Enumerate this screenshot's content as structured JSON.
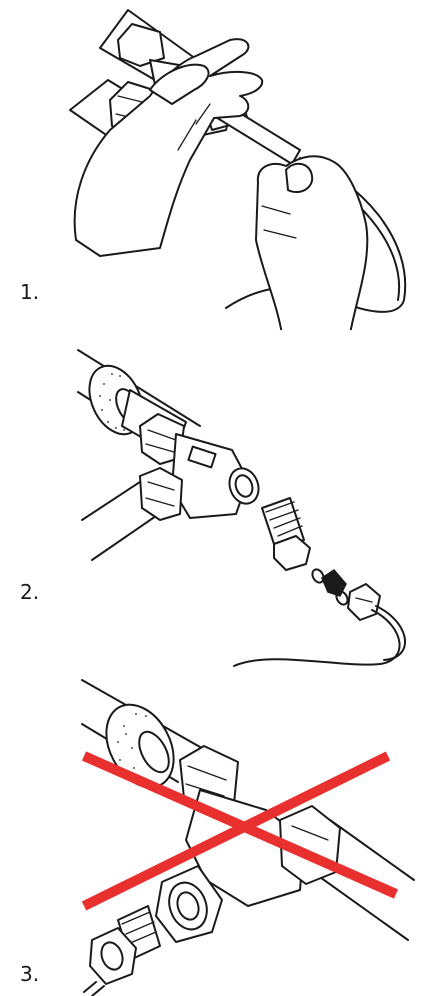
{
  "steps": [
    {
      "label": "1.",
      "kind": "insert-sensor"
    },
    {
      "label": "2.",
      "kind": "mount-fitting"
    },
    {
      "label": "3.",
      "kind": "wrong-installation"
    }
  ],
  "colors": {
    "line": "#1a1a1a",
    "cross": "#e8312f",
    "background": "#ffffff"
  }
}
